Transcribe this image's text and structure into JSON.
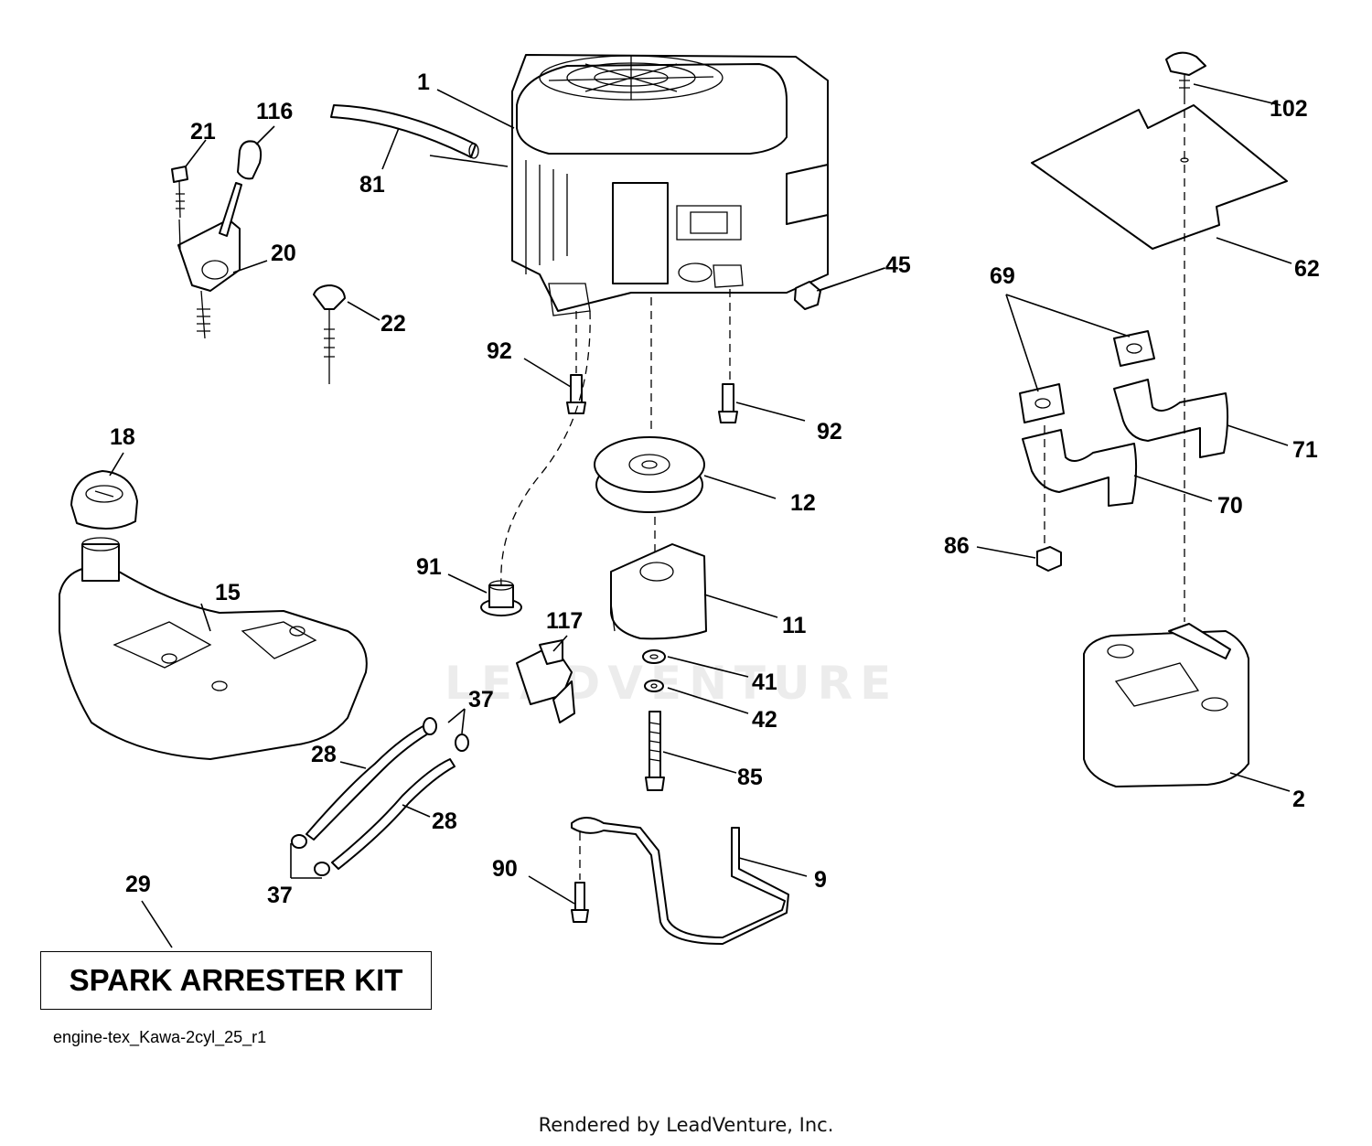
{
  "watermark": "LEADVENTURE",
  "kit_box": {
    "label": "SPARK ARRESTER KIT",
    "callout": "29"
  },
  "drawing_id": "engine-tex_Kawa-2cyl_25_r1",
  "footer": "Rendered by LeadVenture, Inc.",
  "callouts": {
    "c1": "1",
    "c116": "116",
    "c21": "21",
    "c81": "81",
    "c20": "20",
    "c22": "22",
    "c45": "45",
    "c92a": "92",
    "c92b": "92",
    "c12": "12",
    "c18": "18",
    "c91": "91",
    "c11": "11",
    "c15": "15",
    "c117": "117",
    "c41": "41",
    "c42": "42",
    "c37a": "37",
    "c28a": "28",
    "c28b": "28",
    "c85": "85",
    "c37b": "37",
    "c90": "90",
    "c9": "9",
    "c102": "102",
    "c62": "62",
    "c69": "69",
    "c71": "71",
    "c70": "70",
    "c86": "86",
    "c2": "2"
  }
}
